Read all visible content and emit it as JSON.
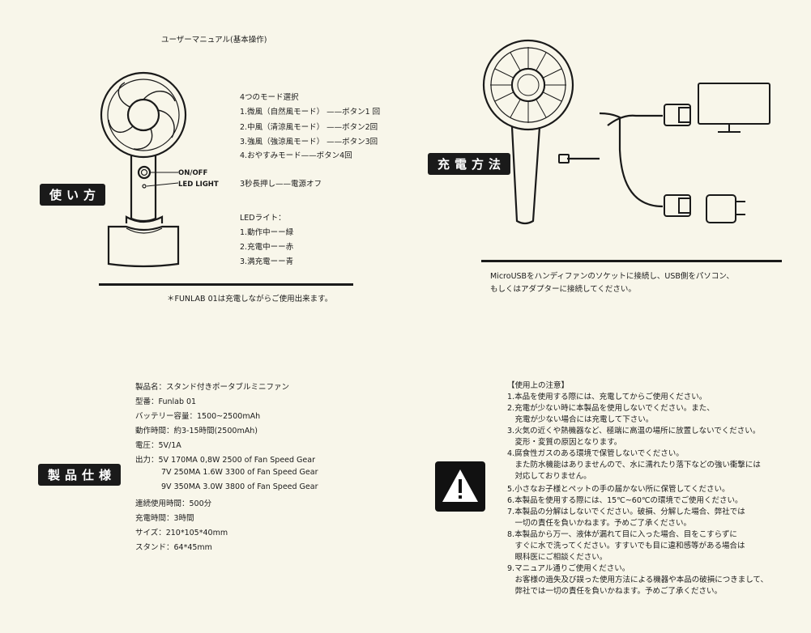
{
  "manual_title": "ユーザーマニュアル(基本操作)",
  "usage": {
    "badge": "使い方",
    "callouts": {
      "onoff": "ON/OFF",
      "led": "LED LIGHT"
    },
    "modes_title": "4つのモード選択",
    "modes": [
      "1.微風（自然風モード）  ——ボタン1 回",
      "2.中風（清涼風モード） ——ボタン2回",
      "3.強風（強涼風モード） ——ボタン3回",
      "4.おやすみモード——ボタン4回"
    ],
    "long_press": "3秒長押し——電源オフ",
    "led_title": "LEDライト：",
    "led_states": [
      "1.動作中ーー緑",
      "2.充電中ーー赤",
      "3.満充電ーー青"
    ],
    "note": "＊FUNLAB 01は充電しながらご使用出来ます。"
  },
  "charging": {
    "badge": "充電方法",
    "text_lines": [
      "MicroUSBをハンディファンのソケットに接続し、USB側をパソコン、",
      "もしくはアダプターに接続してください。"
    ]
  },
  "specs": {
    "badge": "製品仕様",
    "lines": [
      "製品名：スタンド付きポータブルミニファン",
      "型番：Funlab 01",
      "バッテリー容量：1500~2500mAh",
      "動作時間：約3-15時間(2500mAh)",
      "電圧：5V/1A",
      "出力：5V 170MA 0,8W 2500 of Fan Speed Gear",
      "7V 250MA 1.6W 3300 of Fan Speed Gear",
      "9V 350MA 3.0W 3800 of Fan Speed Gear",
      "連続使用時間：500分",
      "充電時間：3時間",
      "サイズ：210*105*40mm",
      "スタンド：64*45mm"
    ]
  },
  "cautions": {
    "icon": "warning-icon",
    "title": "【使用上の注意】",
    "lines": [
      "1.本品を使用する際には、充電してからご使用ください。",
      "2.充電が少ない時に本製品を使用しないでください。また、",
      "　充電が少ない場合には充電して下さい。",
      "3.火気の近くや熱機器など、極端に高温の場所に放置しないでください。",
      "　変形・変質の原因となります。",
      "4.腐食性ガスのある環境で保管しないでください。",
      "　また防水機能はありませんので、水に濡れたり落下などの強い衝撃には",
      "　対応しておりません。",
      "5.小さなお子様とペットの手の届かない所に保管してください。",
      "6.本製品を使用する際には、15℃~60℃の環境でご使用ください。",
      "7.本製品の分解はしないでください。破損、分解した場合、弊社では",
      "　一切の責任を負いかねます。予めご了承ください。",
      "8.本製品から万一、液体が漏れて目に入った場合、目をこすらずに",
      "　すぐに水で洗ってください。すすいでも目に違和感等がある場合は",
      "　眼科医にご相談ください。",
      "9.マニュアル通りご使用ください。",
      "　お客様の過失及び誤った使用方法による機器や本品の破損につきまして、",
      "　弊社では一切の責任を負いかねます。予めご了承ください。"
    ]
  }
}
